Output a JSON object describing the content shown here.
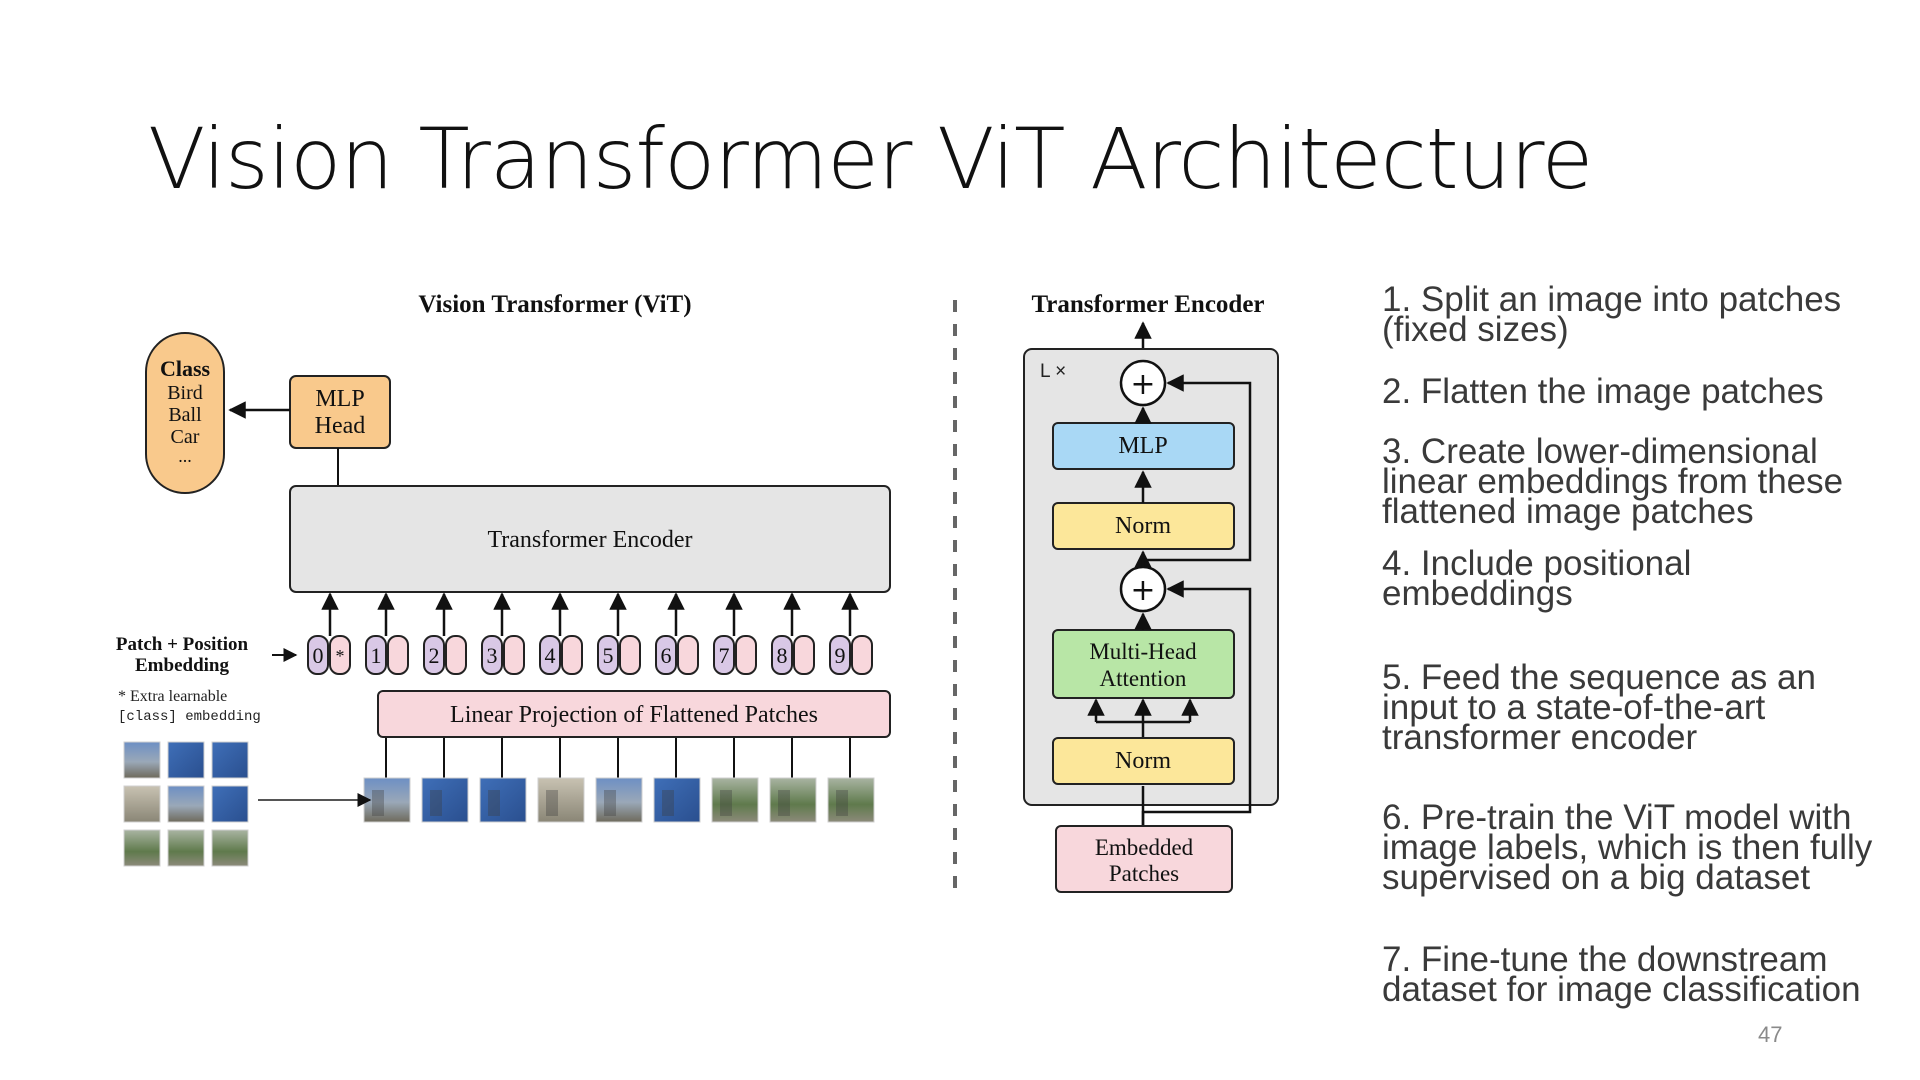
{
  "slide": {
    "title": "Vision Transformer ViT Architecture",
    "page_number": "47"
  },
  "vit_diagram": {
    "title": "Vision Transformer (ViT)",
    "class_box": {
      "title": "Class",
      "items": [
        "Bird",
        "Ball",
        "Car",
        "..."
      ]
    },
    "mlp_head": [
      "MLP",
      "Head"
    ],
    "transformer_encoder_label": "Transformer Encoder",
    "patch_position_label": [
      "Patch + Position",
      "Embedding"
    ],
    "extra_note": [
      "* Extra learnable",
      "[class] embedding"
    ],
    "linear_projection_label": "Linear Projection of Flattened Patches",
    "tokens": [
      "0",
      "1",
      "2",
      "3",
      "4",
      "5",
      "6",
      "7",
      "8",
      "9"
    ],
    "class_token_marker": "*"
  },
  "encoder_diagram": {
    "title": "Transformer Encoder",
    "repeat_label": "L ×",
    "blocks": {
      "mlp": "MLP",
      "norm_top": "Norm",
      "attention": [
        "Multi-Head",
        "Attention"
      ],
      "norm_bottom": "Norm"
    },
    "embedded_patches": [
      "Embedded",
      "Patches"
    ],
    "add_symbol": "+"
  },
  "steps": [
    {
      "lines": [
        "1. Split an image into patches",
        "(fixed sizes)"
      ]
    },
    {
      "lines": [
        "2. Flatten the image patches"
      ]
    },
    {
      "lines": [
        "3. Create lower-dimensional",
        "linear embeddings from these",
        "flattened image patches"
      ]
    },
    {
      "lines": [
        "4. Include positional",
        "embeddings"
      ]
    },
    {
      "lines": [
        "5. Feed the sequence as an",
        "input to a state-of-the-art",
        "transformer encoder"
      ]
    },
    {
      "lines": [
        "6. Pre-train the ViT model with",
        "image labels, which is then fully",
        "supervised on a big dataset"
      ]
    },
    {
      "lines": [
        "7. Fine-tune the downstream",
        "dataset for image classification"
      ]
    }
  ],
  "colors": {
    "class_fill": "#f9c98c",
    "mlp_head_fill": "#f9c98c",
    "encoder_fill": "#e5e5e5",
    "projection_fill": "#f8d7dc",
    "token_purple": "#d9c8e6",
    "token_pink": "#f8d7dc",
    "mlp_block": "#a9d8f5",
    "norm_block": "#fce79a",
    "attention_block": "#b8e6a6",
    "embedded_fill": "#f8d7dc"
  }
}
